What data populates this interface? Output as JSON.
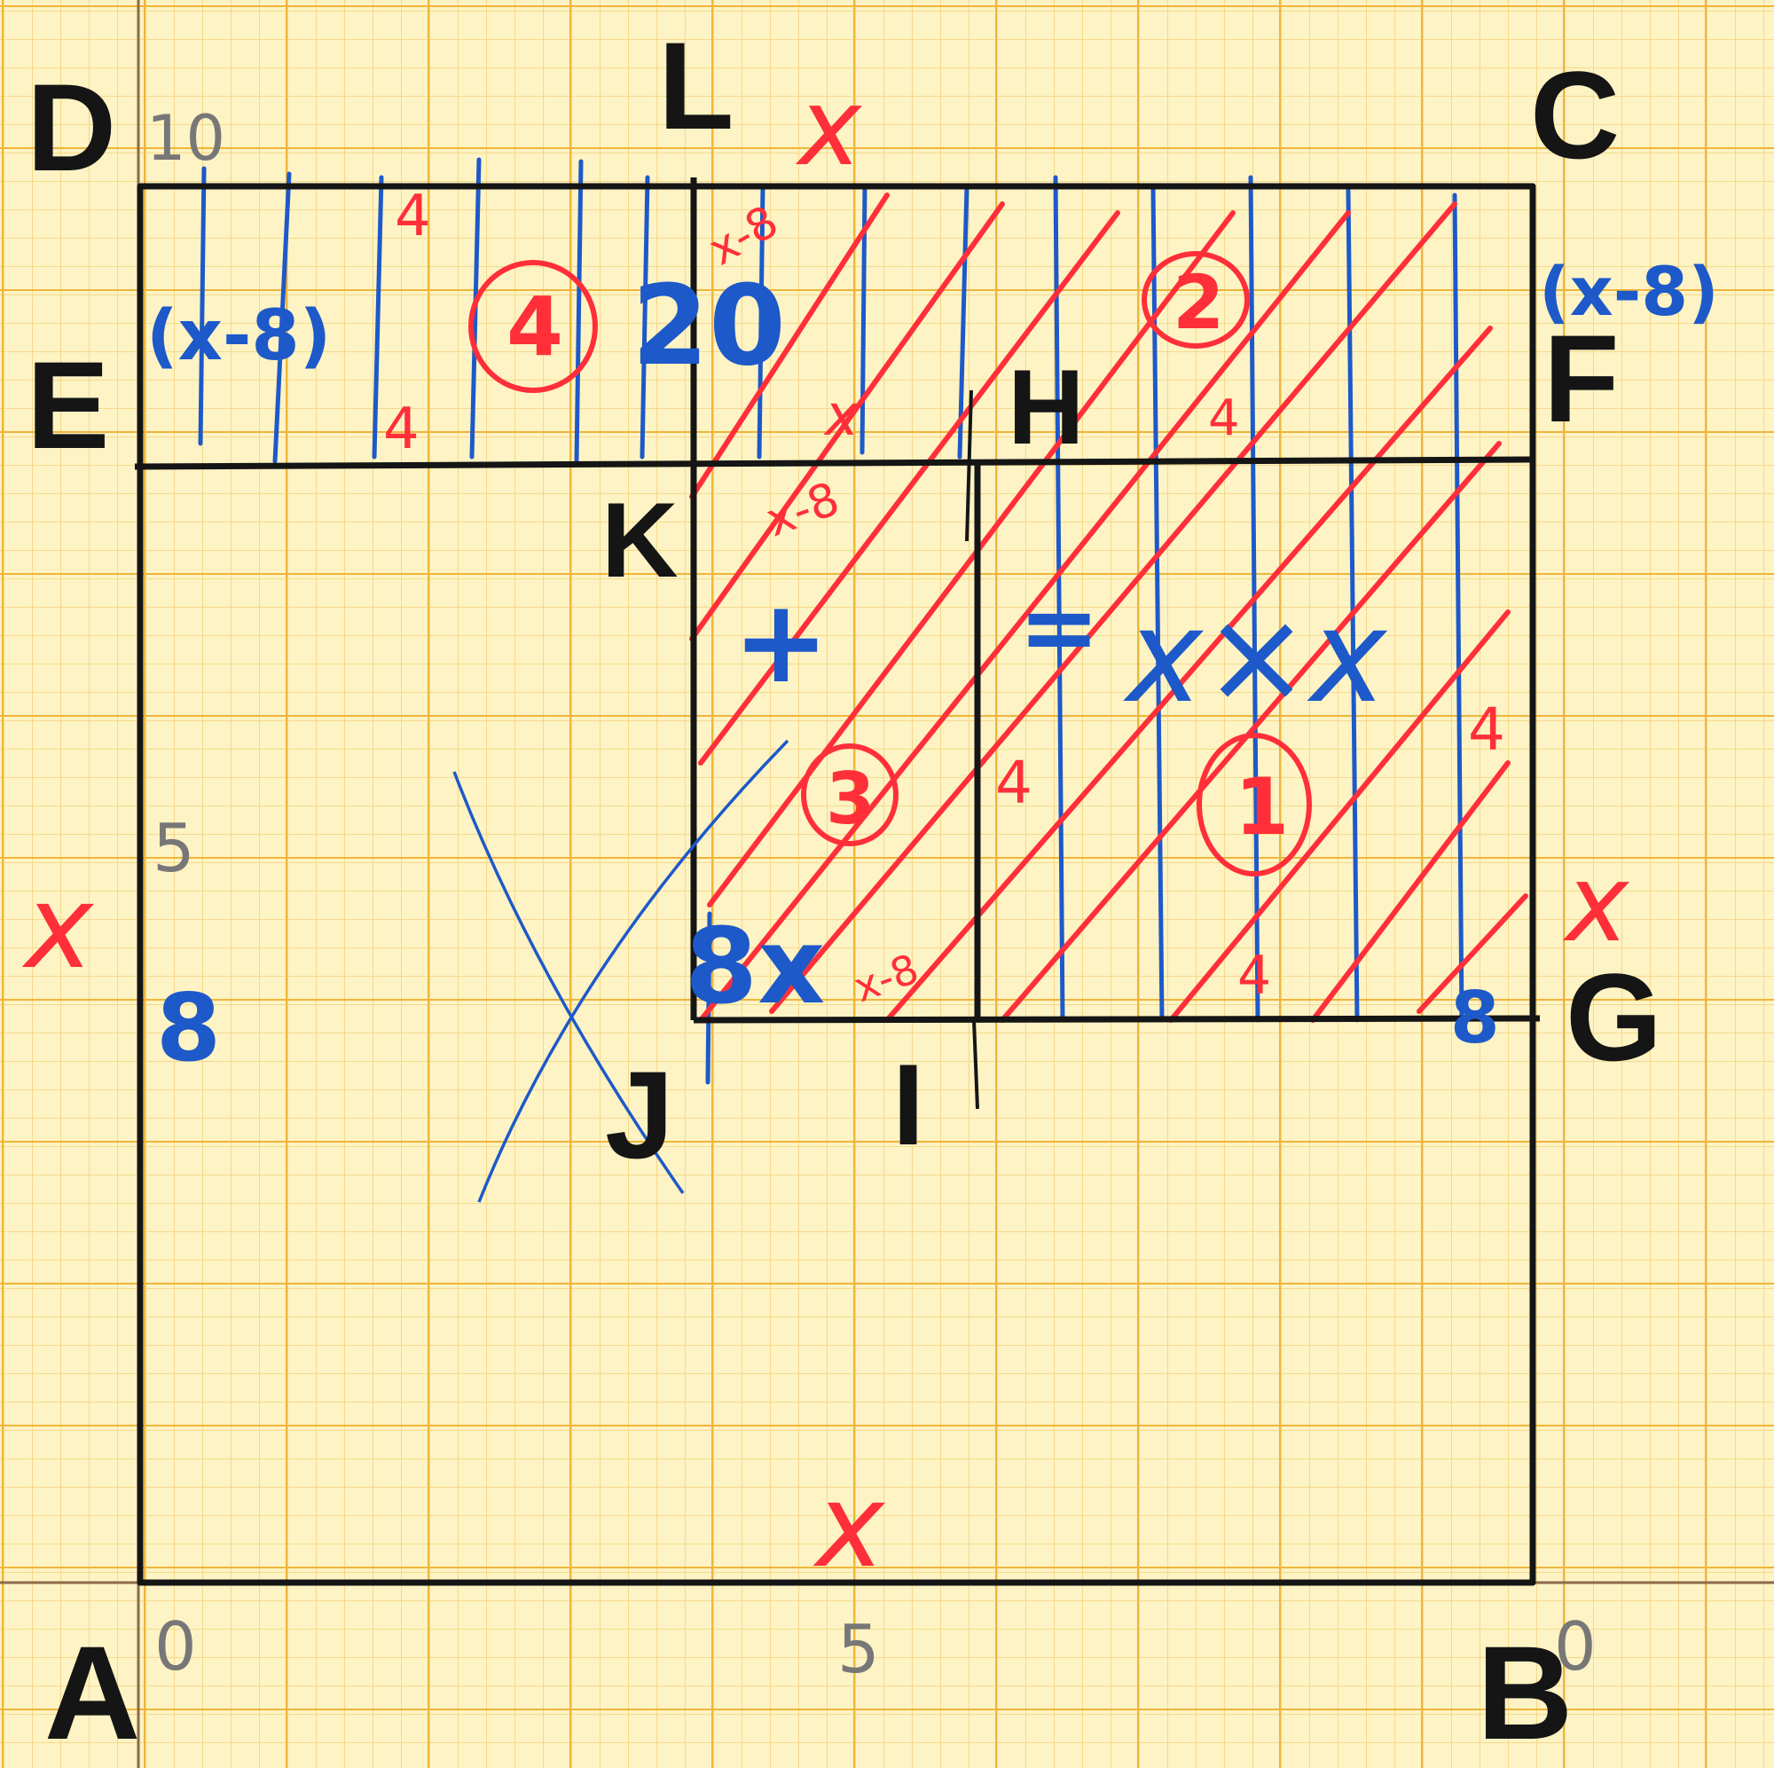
{
  "points": {
    "A": "A",
    "B": "B",
    "C": "C",
    "D": "D",
    "E": "E",
    "F": "F",
    "G": "G",
    "H": "H",
    "I": "I",
    "J": "J",
    "K": "K",
    "L": "L"
  },
  "ticks": {
    "y_top": "10",
    "y_mid": "5",
    "x_left": "0",
    "x_mid": "5",
    "x_right": "0"
  },
  "labels": {
    "x_top": "x",
    "x_left": "x",
    "x_bottom": "x",
    "x_right": "x",
    "xm8_left": "(x-8)",
    "xm8_right": "(x-8)",
    "num_20": "20",
    "num_8_left": "8",
    "num_8x": "8x",
    "plus": "+",
    "equals": "=",
    "x_times_x": "x×x",
    "region_1": "1",
    "region_2": "2",
    "region_3": "3",
    "region_4": "4",
    "four_a": "4",
    "four_b": "4",
    "four_c": "4",
    "four_d": "4",
    "four_e": "4",
    "four_f": "4",
    "small_xm8_top": "x-8",
    "small_xm8_mid": "x-8",
    "small_xm8_bottom": "x-8",
    "small_x_mid": "x",
    "small_8_right": "8"
  },
  "colors": {
    "paper": "#fdf3c4",
    "grid_major": "#efb53a",
    "grid_minor": "#f4d27a",
    "ink": "#151515",
    "red": "#ff2f3a",
    "blue": "#1d59c9"
  }
}
